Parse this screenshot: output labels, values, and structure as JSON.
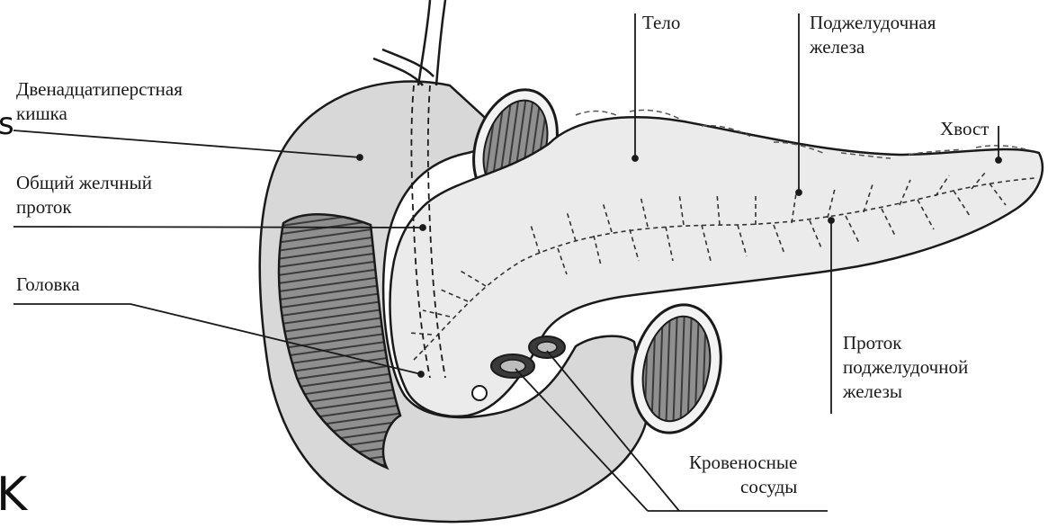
{
  "labels": {
    "duodenum": [
      "Двенадцатиперстная",
      "кишка"
    ],
    "common_bile_duct": [
      "Общий желчный",
      "проток"
    ],
    "head": "Головка",
    "body": "Тело",
    "pancreas": [
      "Поджелудочная",
      "железа"
    ],
    "tail": "Хвост",
    "pancreatic_duct": [
      "Проток",
      "поджелудочной",
      "железы"
    ],
    "blood_vessels": [
      "Кровеносные",
      "сосуды"
    ]
  },
  "edge_artifacts": {
    "left_mid": "s",
    "left_bottom": "K"
  },
  "colors": {
    "organ_fill": "#d8d8d8",
    "gland_fill": "#ebebeb",
    "lumen_fill": "#9a9a9a",
    "line": "#1a1a1a"
  }
}
